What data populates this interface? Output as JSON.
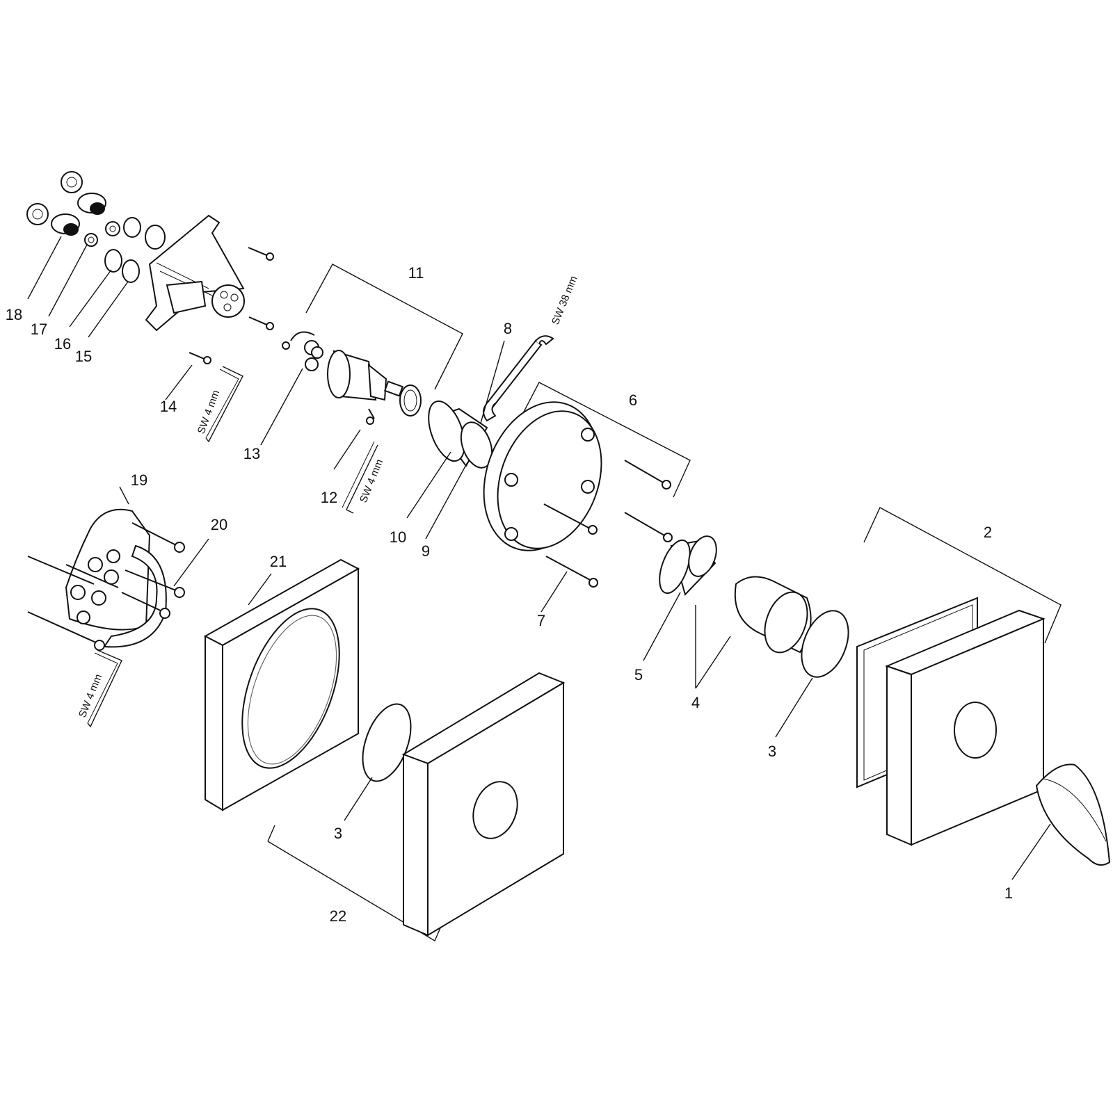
{
  "labels": {
    "p1": "1",
    "p2": "2",
    "p3a": "3",
    "p3b": "3",
    "p4": "4",
    "p5": "5",
    "p6": "6",
    "p7": "7",
    "p8": "8",
    "p9": "9",
    "p10": "10",
    "p11": "11",
    "p12": "12",
    "p13": "13",
    "p14": "14",
    "p15": "15",
    "p16": "16",
    "p17": "17",
    "p18": "18",
    "p19": "19",
    "p20": "20",
    "p21": "21",
    "p22": "22"
  },
  "tool_labels": {
    "sw38": "SW 38 mm",
    "sw4_a": "SW 4 mm",
    "sw4_b": "SW 4 mm",
    "sw4_c": "SW 4 mm"
  }
}
